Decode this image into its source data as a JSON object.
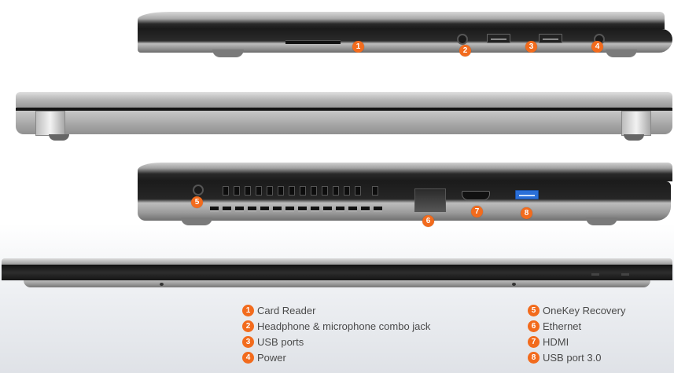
{
  "accent_color": "#f26b1d",
  "views": {
    "right_side": {
      "callouts": [
        {
          "num": "1",
          "label": "Card Reader"
        },
        {
          "num": "2",
          "label": "Headphone & microphone combo jack"
        },
        {
          "num": "3",
          "label": "USB ports"
        },
        {
          "num": "4",
          "label": "Power"
        }
      ]
    },
    "left_side": {
      "callouts": [
        {
          "num": "5",
          "label": "OneKey Recovery"
        },
        {
          "num": "6",
          "label": "Ethernet"
        },
        {
          "num": "7",
          "label": "HDMI"
        },
        {
          "num": "8",
          "label": "USB port 3.0"
        }
      ]
    }
  },
  "legend": {
    "left": [
      {
        "num": "1",
        "label": "Card Reader"
      },
      {
        "num": "2",
        "label": "Headphone & microphone combo jack"
      },
      {
        "num": "3",
        "label": "USB ports"
      },
      {
        "num": "4",
        "label": "Power"
      }
    ],
    "right": [
      {
        "num": "5",
        "label": "OneKey Recovery"
      },
      {
        "num": "6",
        "label": "Ethernet"
      },
      {
        "num": "7",
        "label": "HDMI"
      },
      {
        "num": "8",
        "label": "USB port 3.0"
      }
    ]
  }
}
